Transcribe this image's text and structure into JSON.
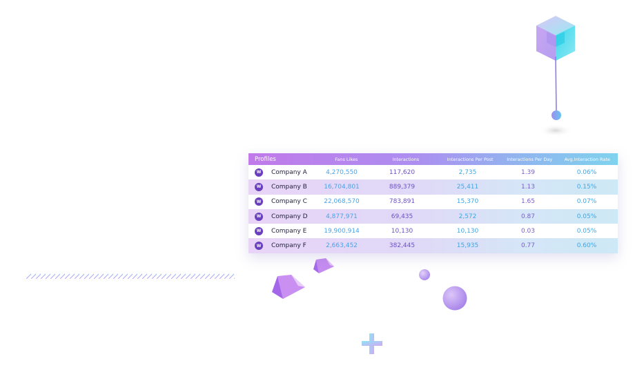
{
  "table": {
    "headers": {
      "profiles": "Profiles",
      "fans_likes": "Fans Likes",
      "interactions": "Interactions",
      "interactions_per_post": "Interactions Per Post",
      "interactions_per_day": "Interactions Per Day",
      "avg_interaction_rate": "Avg.Interaction Rate"
    },
    "rows": [
      {
        "logo": "W",
        "name": "Company A",
        "fans_likes": "4,270,550",
        "interactions": "117,620",
        "per_post": "2,735",
        "per_day": "1.39",
        "rate": "0.06%"
      },
      {
        "logo": "W",
        "name": "Company B",
        "fans_likes": "16,704,801",
        "interactions": "889,379",
        "per_post": "25,411",
        "per_day": "1.13",
        "rate": "0.15%"
      },
      {
        "logo": "W",
        "name": "Company C",
        "fans_likes": "22,068,570",
        "interactions": "783,891",
        "per_post": "15,370",
        "per_day": "1.65",
        "rate": "0.07%"
      },
      {
        "logo": "W",
        "name": "Company D",
        "fans_likes": "4,877,971",
        "interactions": "69,435",
        "per_post": "2,572",
        "per_day": "0.87",
        "rate": "0.05%"
      },
      {
        "logo": "W",
        "name": "Company E",
        "fans_likes": "19,900,914",
        "interactions": "10,130",
        "per_post": "10,130",
        "per_day": "0.03",
        "rate": "0.05%"
      },
      {
        "logo": "W",
        "name": "Company F",
        "fans_likes": "2,663,452",
        "interactions": "382,445",
        "per_post": "15,935",
        "per_day": "0.77",
        "rate": "0.60%"
      }
    ]
  },
  "decorations": {
    "cube_pin": "cube-pin-icon",
    "stripes": "diagonal-stripes",
    "prisms": "prism-icon",
    "spheres": "sphere-icon",
    "plus": "plus-icon"
  },
  "colors": {
    "header_start": "#c07ae9",
    "header_end": "#7fd3ee",
    "logo": "#6a3fbf"
  }
}
